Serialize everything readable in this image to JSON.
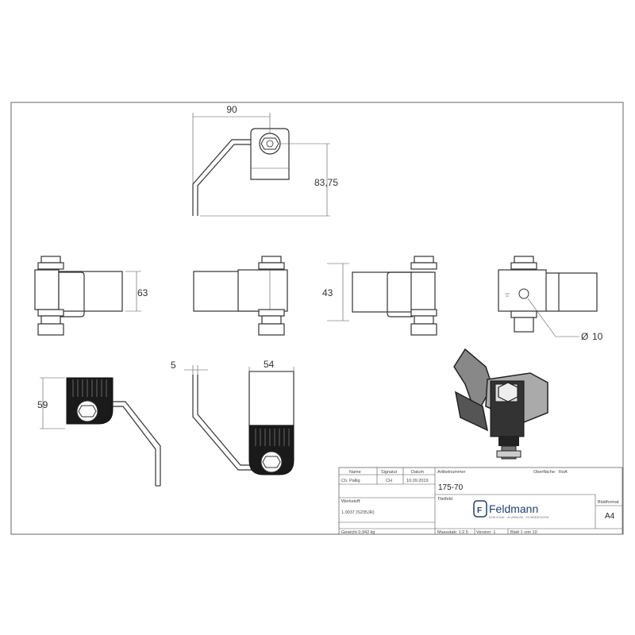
{
  "dimensions": {
    "width_top": "90",
    "height_top": "83,75",
    "side_height_1": "63",
    "side_height_2": "43",
    "hole_diameter": "10",
    "plate_height": "59",
    "thickness": "5",
    "width_bottom": "54"
  },
  "title_block": {
    "col_name": "Name",
    "col_signature": "Signatur",
    "col_date": "Datum",
    "name_value": "Ch. Pallig",
    "signature_value": "CH",
    "date_value": "10.09.2019",
    "article_label": "Artikelnummer",
    "article_number": "175-70",
    "surface_label": "Oberfläche:",
    "surface_value": "RoA",
    "title_label": "Titelfeld",
    "material_label": "Werkstoff:",
    "material_value": "1.0037 (S235JR)",
    "weight": "Gewicht 0,942 kg",
    "scale": "Massstab: 1:2.5",
    "version": "Version: 1",
    "sheet": "Blatt 1 von 10",
    "format_label": "Blattformat",
    "format_value": "A4",
    "company": "Feldmann",
    "company_slogan": "EDELSTAHL · ALUMINIUM · SCHMIEDEEISEN",
    "logo_letter": "F"
  },
  "colors": {
    "line": "#333333",
    "part_dark": "#1a1a1a",
    "logo_blue": "#1f3f73"
  }
}
